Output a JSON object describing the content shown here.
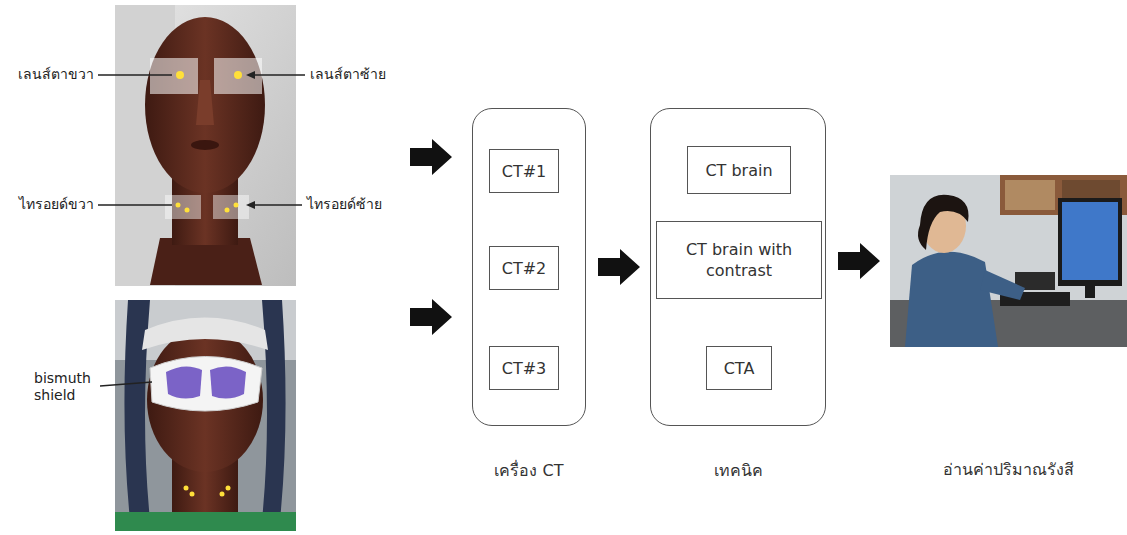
{
  "diagram": {
    "nodes": [
      {
        "text": [
          "เครื่อง CT"
        ]
      },
      {
        "text": [
          "CT#1"
        ],
        "in": 0
      },
      {
        "text": [
          "CT#2"
        ],
        "in": 0
      },
      {
        "text": [
          "CT#3"
        ],
        "in": 0
      },
      {
        "text": [
          "เทคนิค"
        ]
      },
      {
        "text": [
          "CT brain"
        ],
        "in": 4
      },
      {
        "text": [
          "CT brain with contrast"
        ],
        "in": 4
      },
      {
        "text": [
          "CTA"
        ],
        "in": 4
      },
      {
        "text": [
          "อ่านค่าปริมาณรังสี"
        ]
      }
    ],
    "edges": [
      {
        "from": 0,
        "to": 4,
        "arrow": "to"
      },
      {
        "from": 4,
        "to": 8,
        "arrow": "to"
      }
    ],
    "labels": [
      "เลนส์ตาขวา",
      "เลนส์ตาซ้าย",
      "ไทรอยด์ขวา",
      "ไทรอยด์ซ้าย",
      "bismuth shield"
    ]
  }
}
